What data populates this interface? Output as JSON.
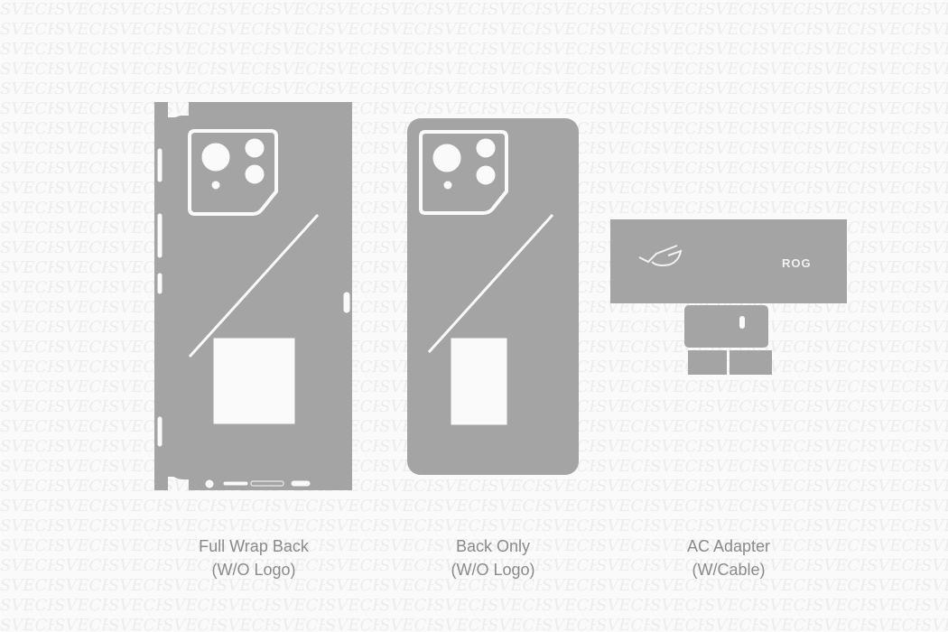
{
  "watermark": "SVECRAS",
  "colors": {
    "skin": "#a4a4a4",
    "background": "#fafafa",
    "cutout": "#fafafa",
    "label": "#8a8a8a"
  },
  "templates": [
    {
      "line1": "Full Wrap Back",
      "line2": "(W/O Logo)"
    },
    {
      "line1": "Back Only",
      "line2": "(W/O Logo)"
    },
    {
      "line1": "AC Adapter",
      "line2": "(W/Cable)"
    }
  ],
  "adapter_logo_text": "ROG"
}
